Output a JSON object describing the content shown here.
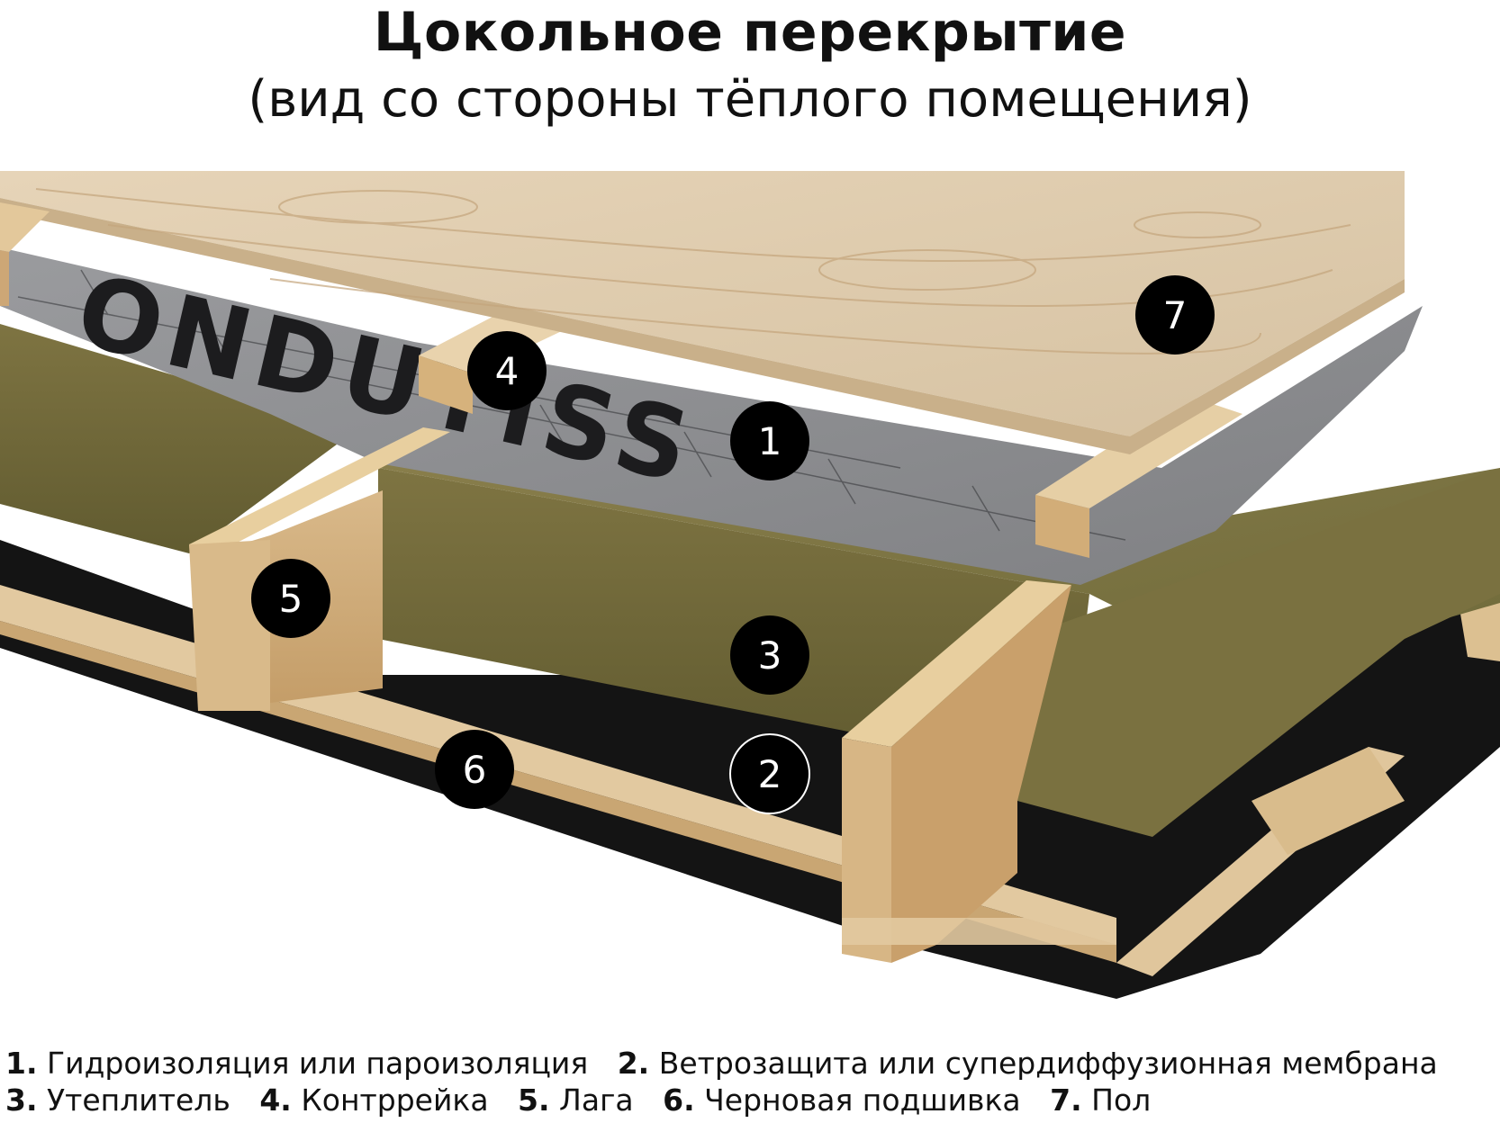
{
  "title": "Цокольное перекрытие",
  "subtitle": "(вид со стороны тёплого помещения)",
  "brand_text": "ONDUTISS",
  "markers": [
    "1",
    "2",
    "3",
    "4",
    "5",
    "6",
    "7"
  ],
  "legend": [
    {
      "num": "1.",
      "label": "Гидроизоляция или пароизоляция"
    },
    {
      "num": "2.",
      "label": "Ветрозащита или супердиффузионная мембрана"
    },
    {
      "num": "3.",
      "label": "Утеплитель"
    },
    {
      "num": "4.",
      "label": "Контррейка"
    },
    {
      "num": "5.",
      "label": "Лага"
    },
    {
      "num": "6.",
      "label": "Черновая подшивка"
    },
    {
      "num": "7.",
      "label": "Пол"
    }
  ],
  "colors": {
    "wood": "#e2c9a0",
    "wood_dark": "#c9a673",
    "floor": "#dfcbad",
    "membrane": "#8c8d90",
    "insulation": "#7d7442",
    "windproof": "#141414",
    "marker": "#000000"
  }
}
